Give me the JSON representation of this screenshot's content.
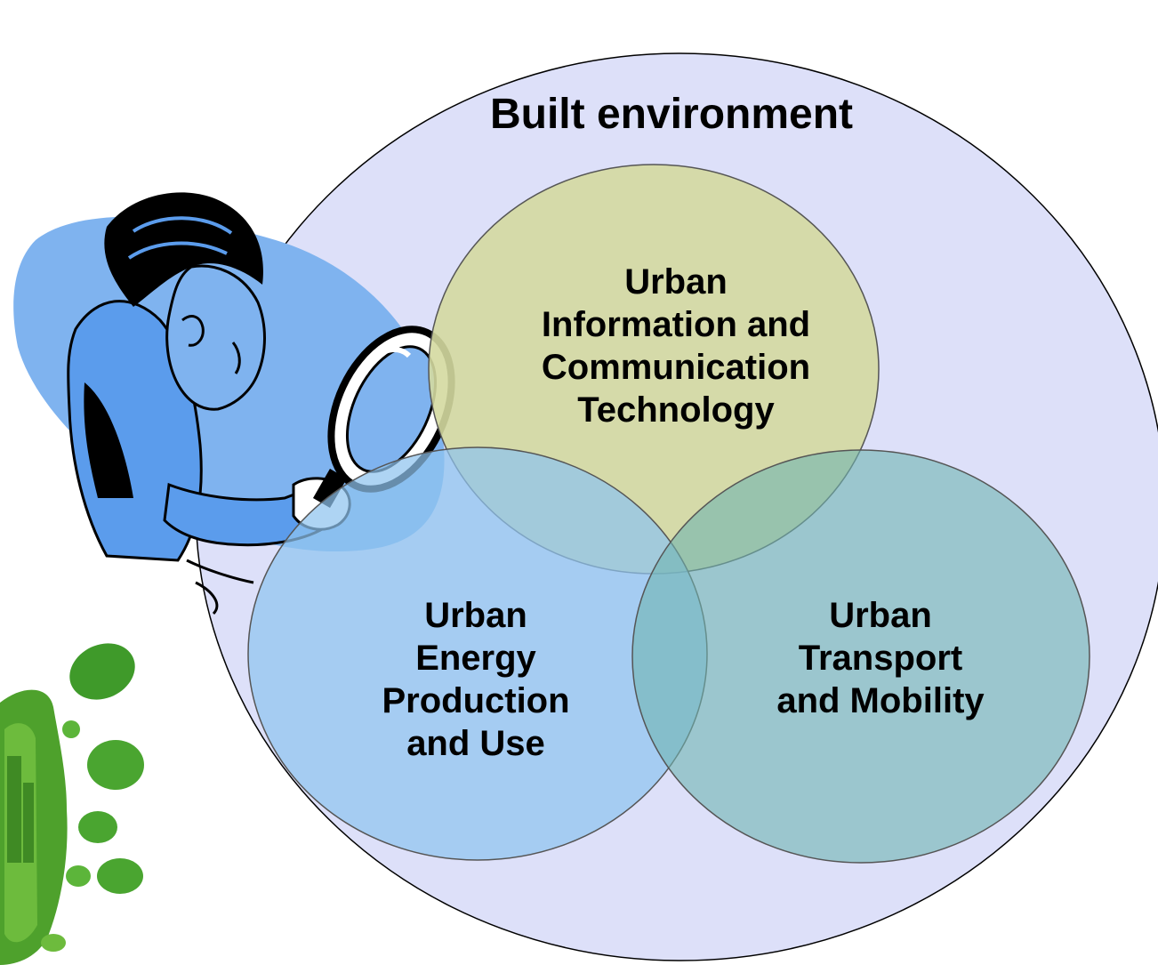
{
  "diagram": {
    "title": "Built environment",
    "circles": [
      {
        "id": "ict",
        "lines": [
          "Urban",
          "Information and",
          "Communication",
          "Technology"
        ],
        "fill": "#d4d9a0"
      },
      {
        "id": "energy",
        "lines": [
          "Urban",
          "Energy",
          "Production",
          "and Use"
        ],
        "fill": "#8fc4ee"
      },
      {
        "id": "transport",
        "lines": [
          "Urban",
          "Transport",
          "and Mobility"
        ],
        "fill": "#8fc3c0"
      }
    ],
    "outer_fill": "#dde0f9",
    "illustrations": [
      "man-with-magnifying-glass-icon",
      "green-city-footprint-icon"
    ]
  }
}
